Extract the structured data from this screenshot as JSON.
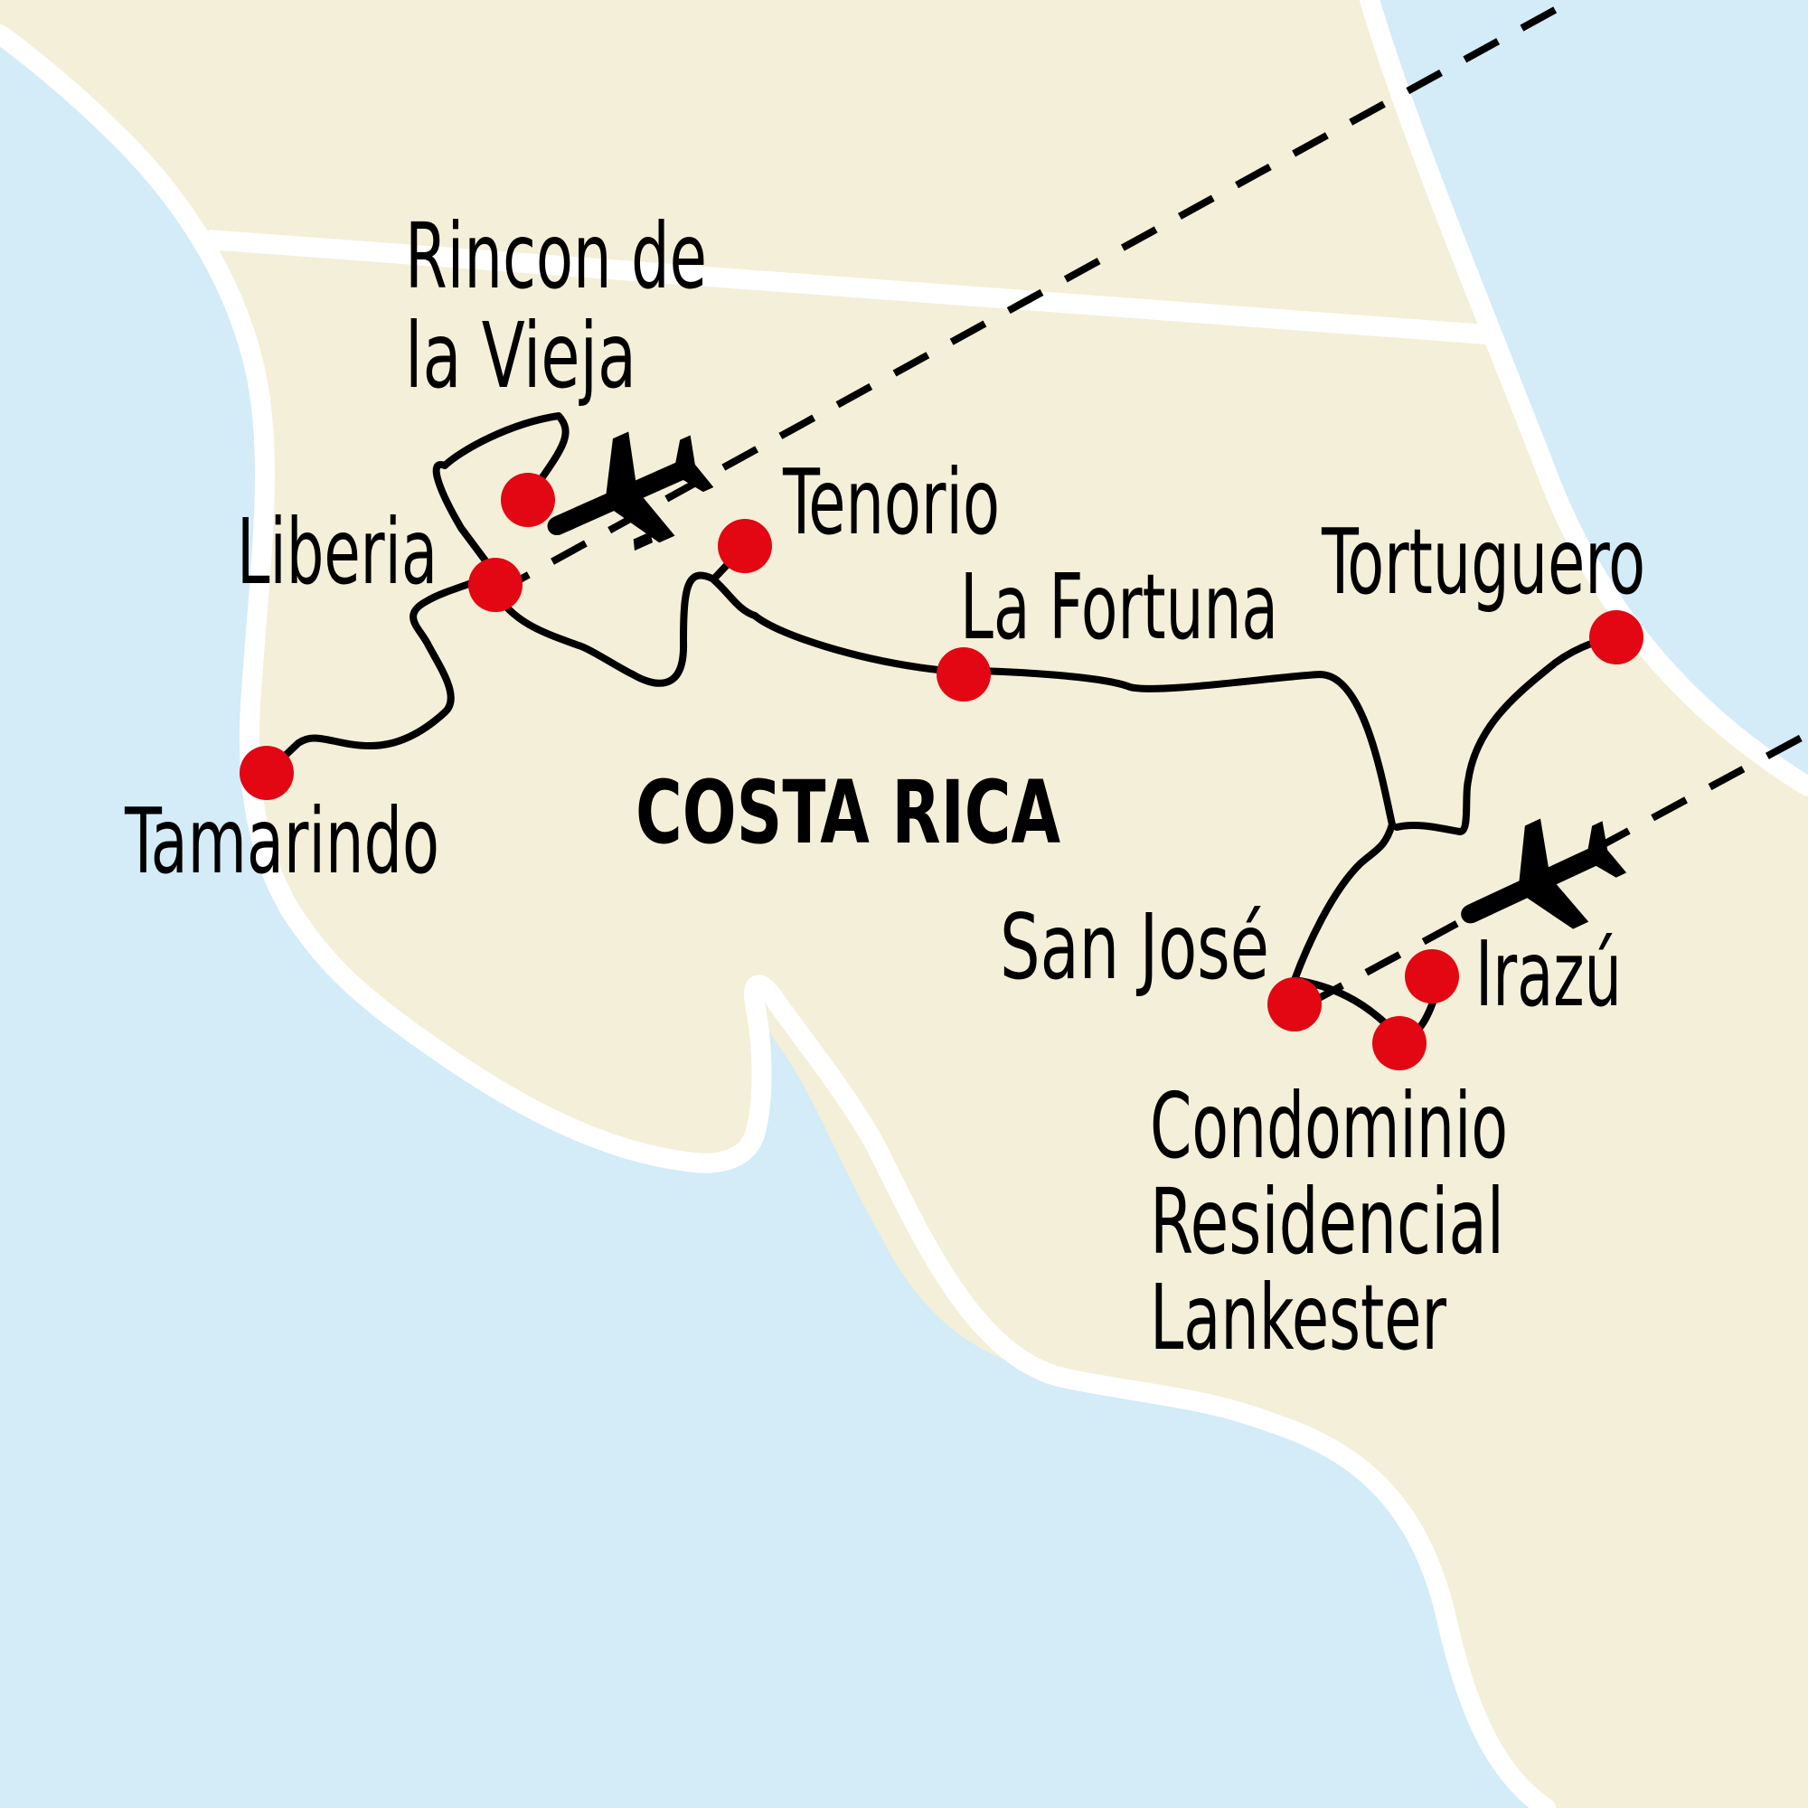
{
  "map": {
    "country_label": "COSTA RICA",
    "colors": {
      "sea": "#d4ebf8",
      "land": "#f4efd8",
      "land_shadow": "#eee4be",
      "border": "#ffffff",
      "route": "#000000",
      "stop": "#e30613",
      "flight": "#000000"
    },
    "stops": [
      {
        "id": "rincon",
        "label_lines": [
          "Rincon de",
          "la Vieja"
        ]
      },
      {
        "id": "liberia",
        "label_lines": [
          "Liberia"
        ]
      },
      {
        "id": "tenorio",
        "label_lines": [
          "Tenorio"
        ]
      },
      {
        "id": "la-fortuna",
        "label_lines": [
          "La Fortuna"
        ]
      },
      {
        "id": "tortuguero",
        "label_lines": [
          "Tortuguero"
        ]
      },
      {
        "id": "tamarindo",
        "label_lines": [
          "Tamarindo"
        ]
      },
      {
        "id": "san-jose",
        "label_lines": [
          "San José"
        ]
      },
      {
        "id": "irazu",
        "label_lines": [
          "Irazú"
        ]
      },
      {
        "id": "lankester",
        "label_lines": [
          "Condominio",
          "Residencial",
          "Lankester"
        ]
      }
    ],
    "icons": [
      "airplane-icon",
      "airplane-icon"
    ]
  }
}
